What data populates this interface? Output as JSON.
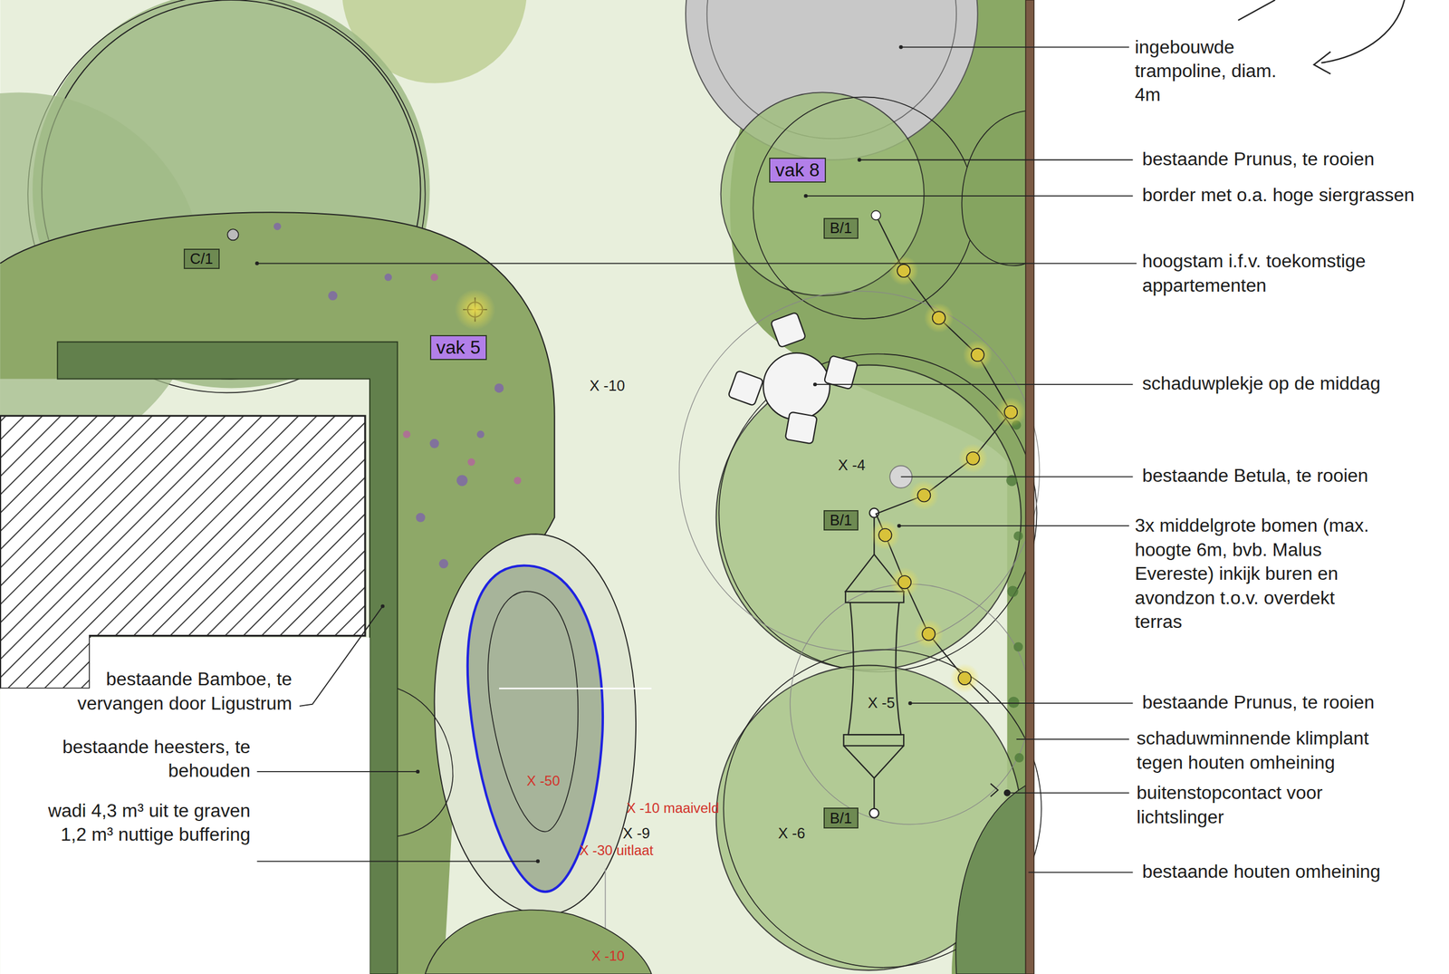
{
  "diagram": {
    "nodes": [
      {
        "text": [
          "vak 8"
        ]
      },
      {
        "text": [
          "B/1"
        ]
      },
      {
        "text": [
          "C/1"
        ]
      },
      {
        "text": [
          "vak 5"
        ]
      },
      {
        "text": [
          "B/1"
        ]
      },
      {
        "text": [
          "B/1"
        ]
      }
    ],
    "labels": [
      "ingebouwde trampoline, diam. 4m",
      "bestaande Prunus, te rooien",
      "border met o.a. hoge siergrassen",
      "hoogstam i.f.v. toekomstige appartementen",
      "schaduwplekje op de middag",
      "bestaande Betula, te rooien",
      "3x middelgrote bomen (max. hoogte 6m, bvb. Malus Evereste) inkijk buren en avondzon t.o.v. overdekt terras",
      "bestaande Prunus, te rooien",
      "schaduwminnende klimplant tegen houten omheining",
      "buitenstopcontact voor lichtslinger",
      "bestaande houten omheining",
      "bestaande Bamboe, te vervangen door Ligustrum",
      "bestaande heesters, te behouden",
      "wadi 4,3 m³ uit te graven 1,2 m³ nuttige buffering",
      "X -10",
      "X -4",
      "X -5",
      "X -6",
      "X -9",
      "X -50",
      "X -10 maaiveld",
      "X -30 uitlaat",
      "X -10"
    ]
  }
}
